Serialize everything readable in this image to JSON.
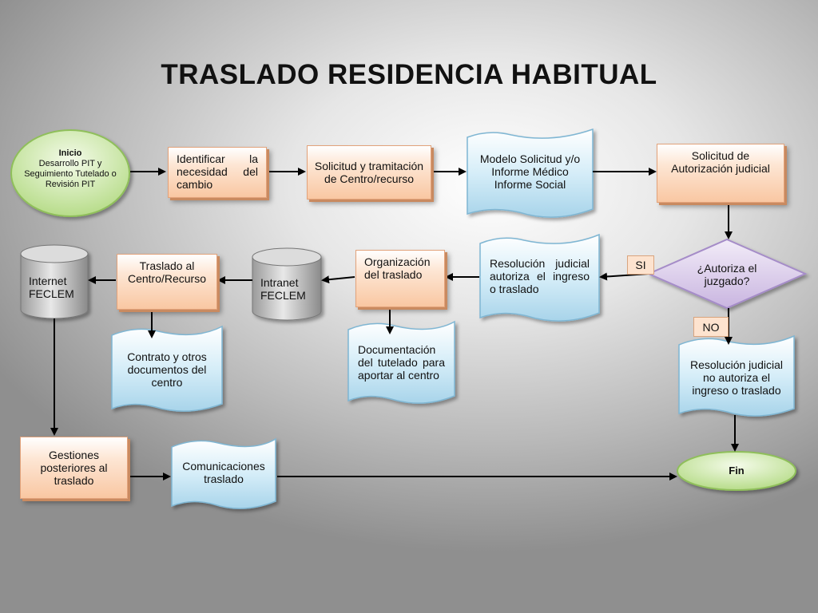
{
  "title": "TRASLADO RESIDENCIA HABITUAL",
  "nodes": {
    "inicio": {
      "head": "Inicio",
      "text": "Desarrollo PIT y Seguimiento Tutelado o Revisión PIT"
    },
    "identificar": {
      "text": "Identificar la necesidad del cambio"
    },
    "solicitud_tramitacion": {
      "text": "Solicitud y tramitación de Centro/recurso"
    },
    "modelo_solicitud": {
      "text": "Modelo Solicitud y/o Informe Médico Informe Social"
    },
    "solicitud_autorizacion": {
      "text": "Solicitud de Autorización judicial"
    },
    "autoriza": {
      "text": "¿Autoriza el juzgado?"
    },
    "resolucion_autoriza": {
      "text": "Resolución judicial autoriza el ingreso o traslado"
    },
    "organizacion": {
      "text": "Organización del traslado"
    },
    "intranet": {
      "text": "Intranet FECLEM"
    },
    "traslado_centro": {
      "text": "Traslado al Centro/Recurso"
    },
    "internet": {
      "text": "Internet FECLEM"
    },
    "documentacion": {
      "text": "Documentación del tutelado para aportar al centro"
    },
    "contrato": {
      "text": "Contrato y otros documentos del centro"
    },
    "resolucion_no": {
      "text": "Resolución judicial no autoriza el ingreso o traslado"
    },
    "gestiones": {
      "text": "Gestiones posteriores al traslado"
    },
    "comunicaciones": {
      "text": "Comunicaciones traslado"
    },
    "fin": {
      "text": "Fin"
    }
  },
  "edge_labels": {
    "si": "SI",
    "no": "NO"
  },
  "colors": {
    "process_fill": "#f9c7a2",
    "document_fill": "#c3e4f3",
    "oval_fill": "#c9e6a4",
    "decision_fill": "#d4c4e6",
    "database_fill": "#c8c8c8",
    "arrow": "#000000"
  }
}
